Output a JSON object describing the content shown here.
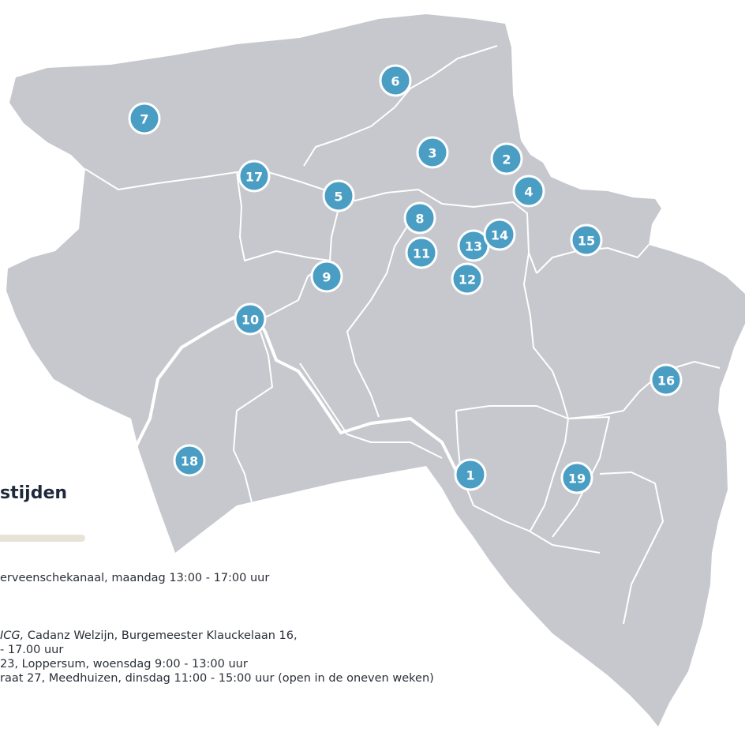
{
  "section": {
    "heading": "stijden"
  },
  "locations": [
    {
      "number": "1"
    },
    {
      "number": "2"
    },
    {
      "number": "3"
    },
    {
      "number": "4"
    },
    {
      "number": "5"
    },
    {
      "number": "6"
    },
    {
      "number": "7"
    },
    {
      "number": "8"
    },
    {
      "number": "9"
    },
    {
      "number": "10"
    },
    {
      "number": "11"
    },
    {
      "number": "12"
    },
    {
      "number": "13"
    },
    {
      "number": "14"
    },
    {
      "number": "15"
    },
    {
      "number": "16"
    },
    {
      "number": "17"
    },
    {
      "number": "18"
    },
    {
      "number": "19"
    }
  ],
  "info_lines": [
    {
      "text": "erveenschekanaal, maandag 13:00 - 17:00 uur"
    },
    {
      "prefix": "ICG,",
      "text": " Cadanz Welzijn, Burgemeester Klauckelaan 16,"
    },
    {
      "text": " - 17.00 uur"
    },
    {
      "text": " 23, Loppersum, woensdag 9:00 - 13:00 uur"
    },
    {
      "text": "raat 27, Meedhuizen, dinsdag 11:00 - 15:00 uur (open in de oneven weken)"
    }
  ],
  "colors": {
    "land": "#c6c8cd",
    "border": "#ffffff",
    "marker": "#4a9ec4",
    "heading": "#1e2a3b",
    "text": "#2a2f38"
  },
  "icons": {
    "marker": "numbered-location-circle"
  }
}
